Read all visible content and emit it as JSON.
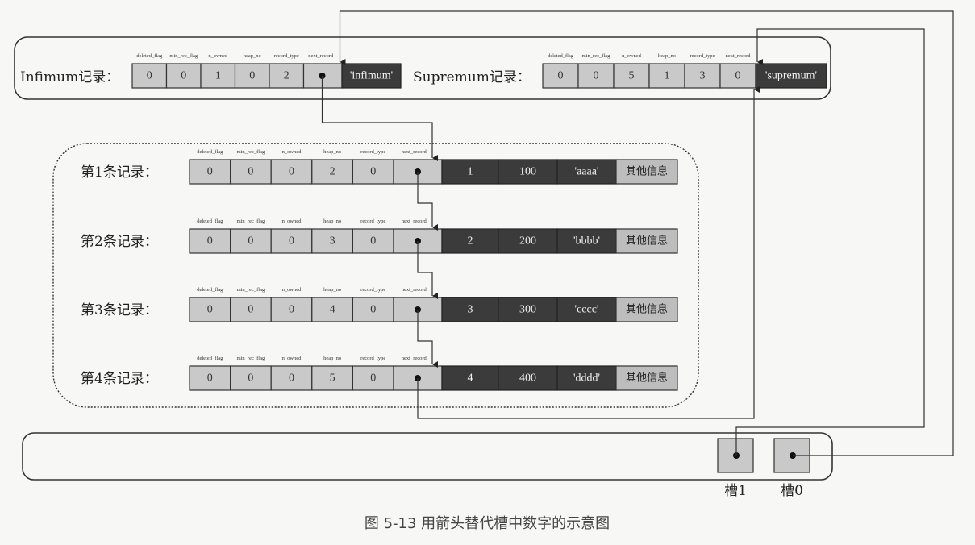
{
  "headers": {
    "infimum": [
      "deleted_flag",
      "min_rec_flag",
      "n_owned",
      "heap_no",
      "record_type",
      "next_record"
    ],
    "supremum": [
      "deleted_flag",
      "min_rec_flag",
      "n_owned",
      "heap_no",
      "record_type",
      "next_record"
    ],
    "user": [
      "deleted_flag",
      "min_rec_flag",
      "n_owned",
      "heap_no",
      "record_type",
      "next_record"
    ]
  },
  "infimum": {
    "label": "Infimum记录：",
    "values": [
      "0",
      "0",
      "1",
      "0",
      "2"
    ],
    "name": "'infimum'"
  },
  "supremum": {
    "label": "Supremum记录：",
    "values": [
      "0",
      "0",
      "5",
      "1",
      "3",
      "0"
    ],
    "name": "'supremum'"
  },
  "records": [
    {
      "label": "第1条记录：",
      "header": [
        "0",
        "0",
        "0",
        "2",
        "0"
      ],
      "data": [
        "1",
        "100",
        "'aaaa'"
      ],
      "other": "其他信息"
    },
    {
      "label": "第2条记录：",
      "header": [
        "0",
        "0",
        "0",
        "3",
        "0"
      ],
      "data": [
        "2",
        "200",
        "'bbbb'"
      ],
      "other": "其他信息"
    },
    {
      "label": "第3条记录：",
      "header": [
        "0",
        "0",
        "0",
        "4",
        "0"
      ],
      "data": [
        "3",
        "300",
        "'cccc'"
      ],
      "other": "其他信息"
    },
    {
      "label": "第4条记录：",
      "header": [
        "0",
        "0",
        "0",
        "5",
        "0"
      ],
      "data": [
        "4",
        "400",
        "'dddd'"
      ],
      "other": "其他信息"
    }
  ],
  "slots": [
    "槽1",
    "槽0"
  ],
  "caption": "图 5-13    用箭头替代槽中数字的示意图"
}
